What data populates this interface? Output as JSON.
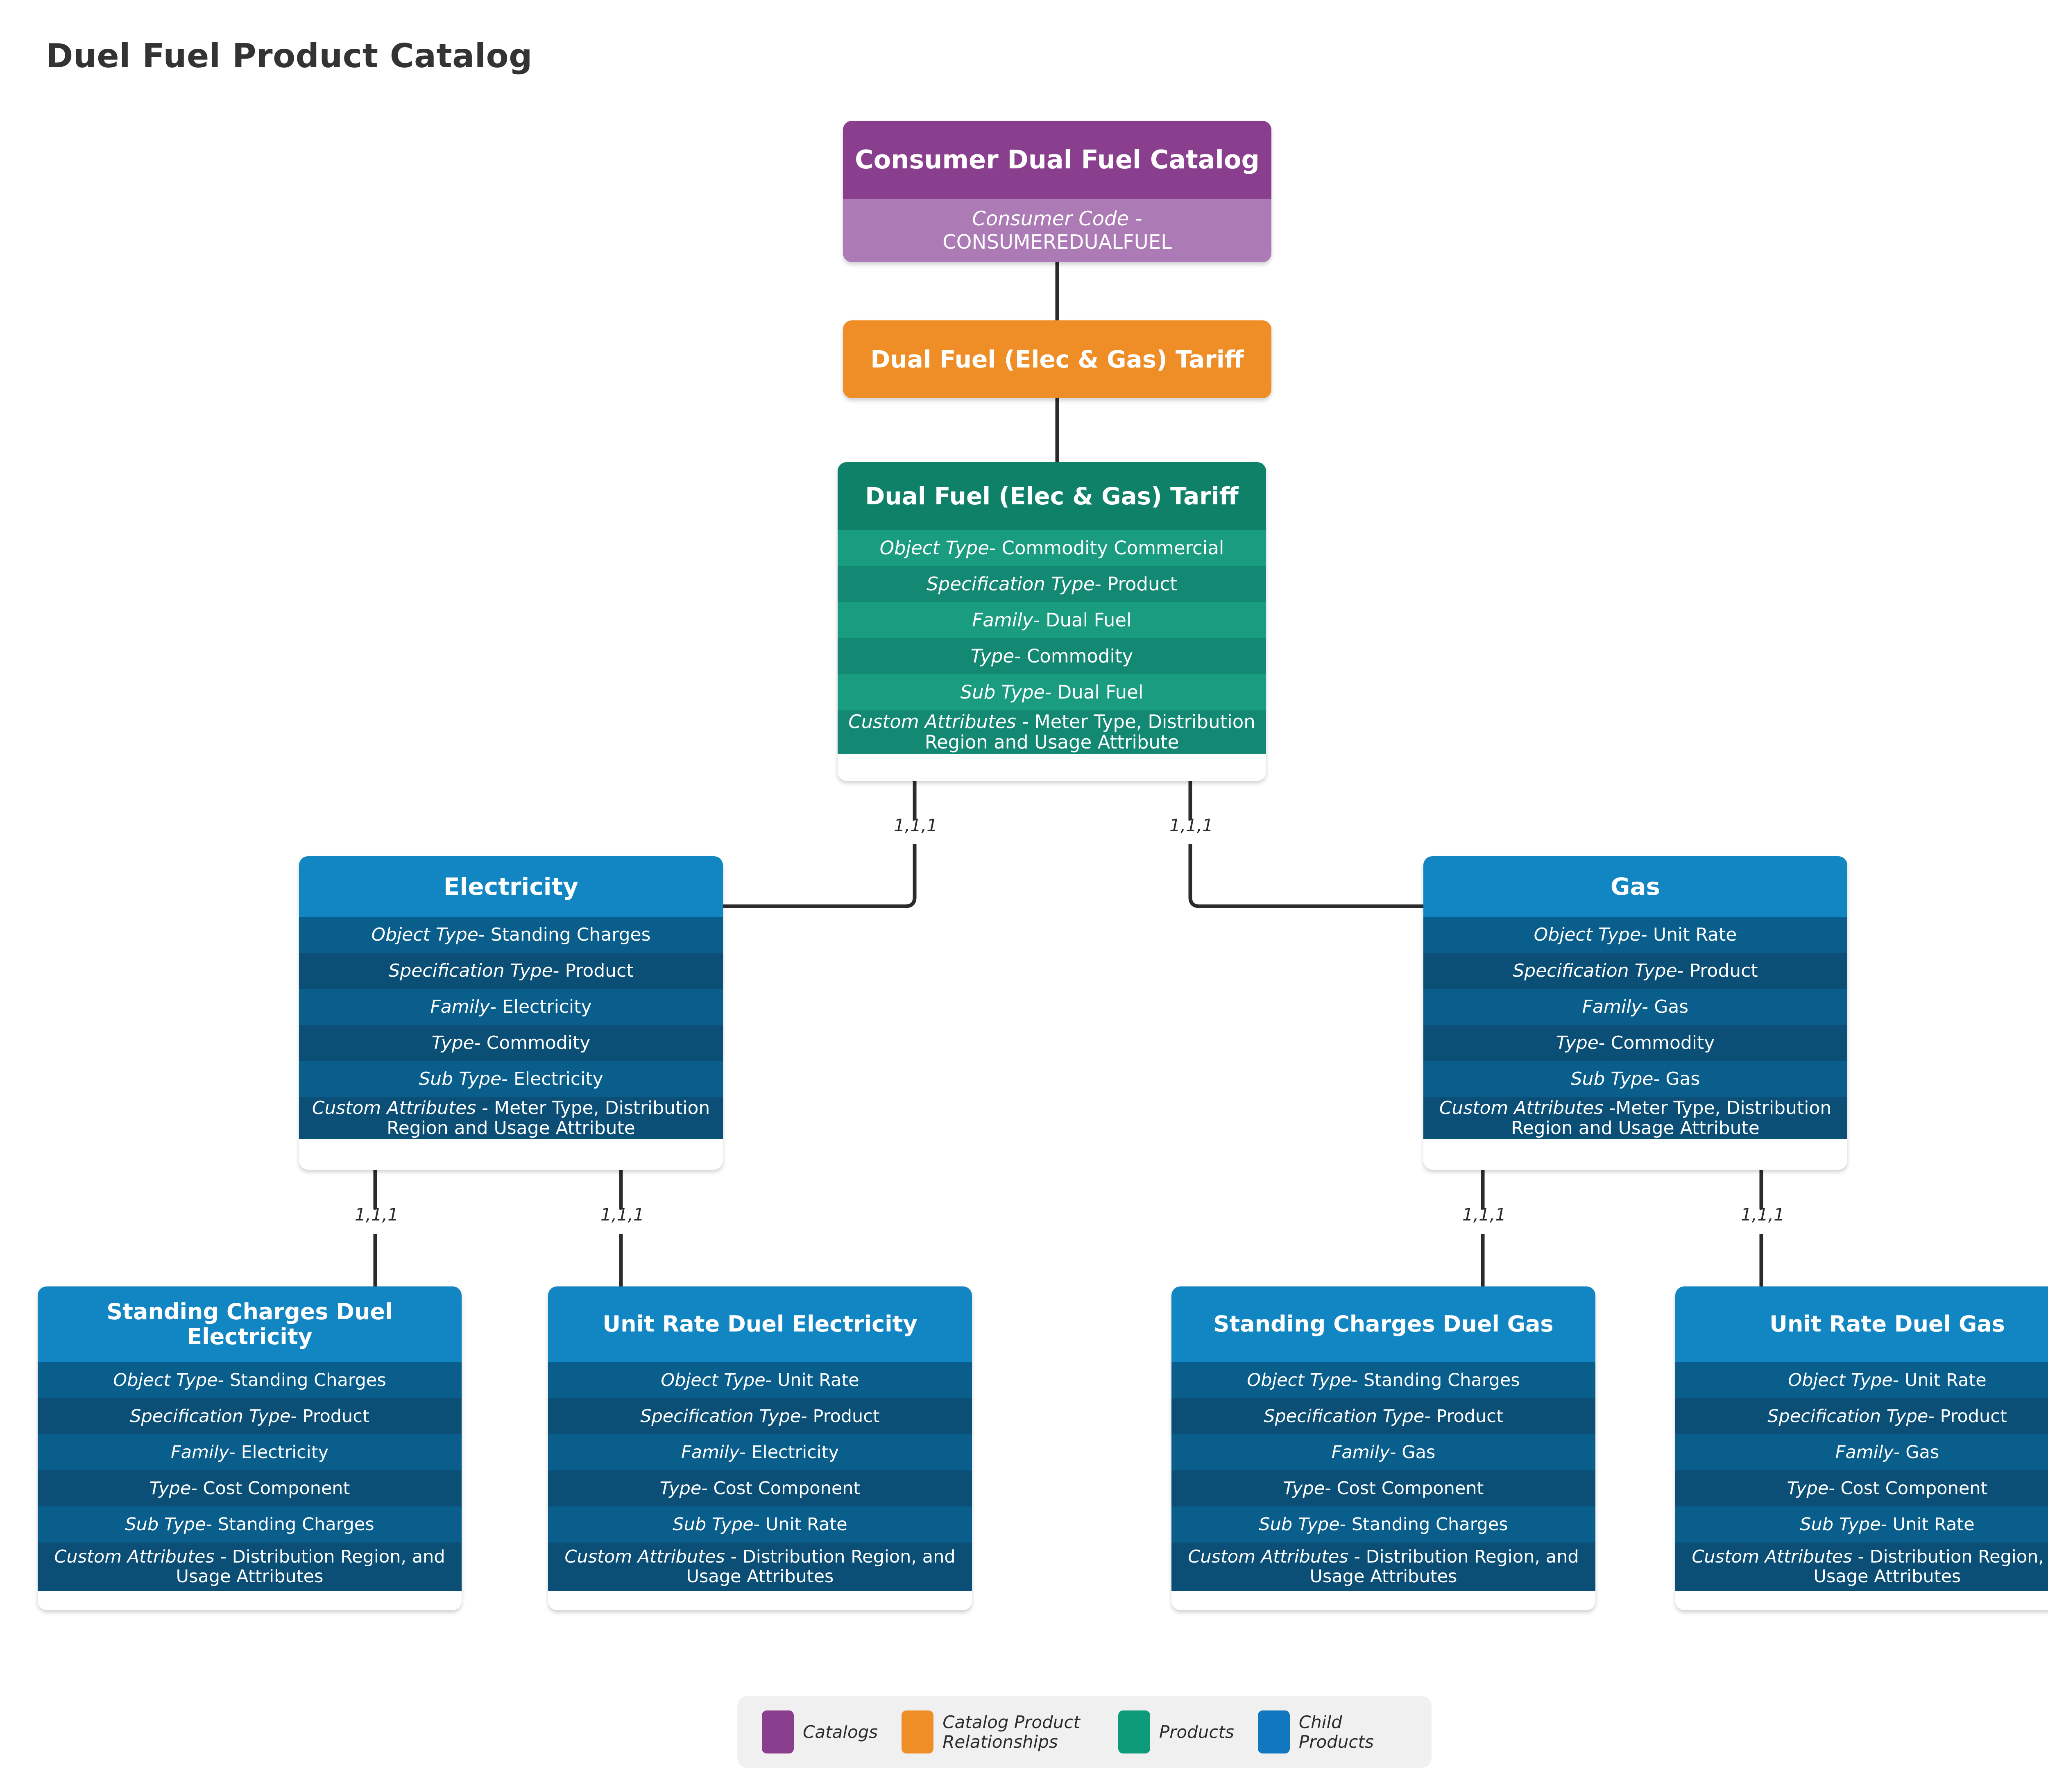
{
  "page": {
    "title": "Duel Fuel Product Catalog",
    "background": "#ffffff"
  },
  "colors": {
    "catalog_header": "#8A3E8E",
    "catalog_body": "#AC7AB4",
    "relationship": "#EF8E27",
    "product_header": "#108169",
    "product_row_light": "#1A9C80",
    "product_row_dark": "#138873",
    "child_header": "#1285C3",
    "child_row_light": "#0A5E8C",
    "child_row_dark": "#0B4F77",
    "connector": "#2b2b2b",
    "legend_background": "#f0f0f0",
    "text": "#333333"
  },
  "nodes": {
    "catalog": {
      "title": "Consumer Dual Fuel Catalog",
      "sub_key": "Consumer Code -",
      "sub_value": "CONSUMEREDUALFUEL"
    },
    "relationship": {
      "title": "Dual Fuel (Elec & Gas) Tariff"
    },
    "product": {
      "title": "Dual Fuel (Elec & Gas) Tariff",
      "rows": [
        {
          "key": "Object Type",
          "value": " -  Commodity Commercial"
        },
        {
          "key": "Specification Type",
          "value": " - Product"
        },
        {
          "key": "Family",
          "value": " - Dual Fuel"
        },
        {
          "key": "Type",
          "value": " - Commodity"
        },
        {
          "key": "Sub Type",
          "value": " - Dual Fuel"
        },
        {
          "key": "Custom Attributes",
          "value": " - Meter Type, Distribution Region and Usage Attribute"
        }
      ]
    },
    "electricity": {
      "title": "Electricity",
      "rows": [
        {
          "key": "Object Type",
          "value": " - Standing Charges"
        },
        {
          "key": "Specification Type",
          "value": " - Product"
        },
        {
          "key": "Family",
          "value": " - Electricity"
        },
        {
          "key": "Type",
          "value": " - Commodity"
        },
        {
          "key": "Sub Type",
          "value": " - Electricity"
        },
        {
          "key": "Custom Attributes",
          "value": " - Meter Type, Distribution Region and Usage Attribute"
        }
      ]
    },
    "gas": {
      "title": "Gas",
      "rows": [
        {
          "key": "Object Type",
          "value": " - Unit Rate"
        },
        {
          "key": "Specification Type",
          "value": " - Product"
        },
        {
          "key": "Family",
          "value": " - Gas"
        },
        {
          "key": "Type",
          "value": " - Commodity"
        },
        {
          "key": "Sub Type",
          "value": " - Gas"
        },
        {
          "key": "Custom Attributes",
          "value": " -Meter Type, Distribution Region and Usage Attribute"
        }
      ]
    },
    "standing_charges_electricity": {
      "title": "Standing Charges  Duel Electricity",
      "rows": [
        {
          "key": "Object Type",
          "value": " - Standing Charges"
        },
        {
          "key": "Specification Type",
          "value": " - Product"
        },
        {
          "key": "Family",
          "value": " - Electricity"
        },
        {
          "key": "Type",
          "value": " - Cost Component"
        },
        {
          "key": "Sub Type",
          "value": " - Standing Charges"
        },
        {
          "key": "Custom Attributes",
          "value": " - Distribution Region, and Usage Attributes"
        }
      ]
    },
    "unit_rate_electricity": {
      "title": "Unit Rate Duel Electricity",
      "rows": [
        {
          "key": "Object Type",
          "value": " - Unit Rate"
        },
        {
          "key": "Specification Type",
          "value": " - Product"
        },
        {
          "key": "Family",
          "value": " - Electricity"
        },
        {
          "key": "Type",
          "value": " - Cost Component"
        },
        {
          "key": "Sub Type",
          "value": " - Unit Rate"
        },
        {
          "key": "Custom Attributes",
          "value": " - Distribution Region, and Usage Attributes"
        }
      ]
    },
    "standing_charges_gas": {
      "title": "Standing Charges Duel Gas",
      "rows": [
        {
          "key": "Object Type",
          "value": " - Standing Charges"
        },
        {
          "key": "Specification Type",
          "value": " - Product"
        },
        {
          "key": "Family",
          "value": " -  Gas"
        },
        {
          "key": "Type",
          "value": " - Cost Component"
        },
        {
          "key": "Sub Type",
          "value": " - Standing Charges"
        },
        {
          "key": "Custom Attributes",
          "value": " - Distribution Region, and Usage Attributes"
        }
      ]
    },
    "unit_rate_gas": {
      "title": "Unit Rate Duel Gas",
      "rows": [
        {
          "key": "Object Type",
          "value": " - Unit Rate"
        },
        {
          "key": "Specification Type",
          "value": " - Product"
        },
        {
          "key": "Family",
          "value": " - Gas"
        },
        {
          "key": "Type",
          "value": " - Cost Component"
        },
        {
          "key": "Sub Type",
          "value": " - Unit Rate"
        },
        {
          "key": "Custom Attributes",
          "value": " - Distribution Region, and Usage Attributes"
        }
      ]
    }
  },
  "edge_labels": {
    "product_to_electricity": "1,1,1",
    "product_to_gas": "1,1,1",
    "electricity_to_standing": "1,1,1",
    "electricity_to_unitrate": "1,1,1",
    "gas_to_standing": "1,1,1",
    "gas_to_unitrate": "1,1,1"
  },
  "legend": {
    "items": [
      {
        "label": "Catalogs",
        "color": "#8A3E8E"
      },
      {
        "label": "Catalog Product Relationships",
        "color": "#EF8E27"
      },
      {
        "label": "Products",
        "color": "#0E9B79"
      },
      {
        "label": "Child Products",
        "color": "#1177BE"
      }
    ]
  }
}
